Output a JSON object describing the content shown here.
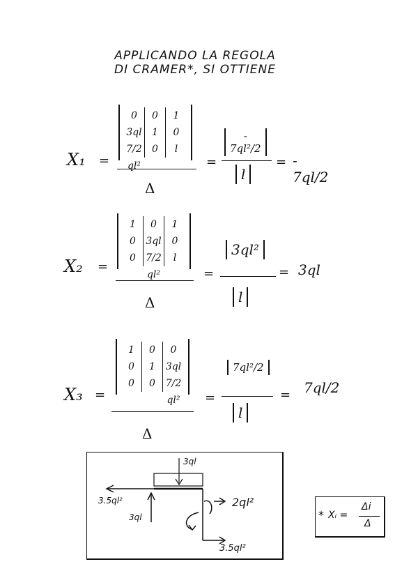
{
  "title": {
    "line1": "APPLICANDO LA REGOLA",
    "line2": "DI CRAMER*, SI OTTIENE"
  },
  "equations": [
    {
      "label": "X₁",
      "matrix": [
        [
          "0",
          "0",
          "1"
        ],
        [
          "3ql",
          "1",
          "0"
        ],
        [
          "7/2 ql²",
          "0",
          "l"
        ]
      ],
      "denominator": "Δ",
      "mid_numerator": "- 7ql²/2",
      "mid_denominator": "l",
      "result": "- 7ql/2"
    },
    {
      "label": "X₂",
      "matrix": [
        [
          "1",
          "0",
          "1"
        ],
        [
          "0",
          "3ql",
          "0"
        ],
        [
          "0",
          "7/2 ql²",
          "l"
        ]
      ],
      "denominator": "Δ",
      "mid_numerator": "3ql²",
      "mid_denominator": "l",
      "result": "3ql"
    },
    {
      "label": "X₃",
      "matrix": [
        [
          "1",
          "0",
          "0"
        ],
        [
          "0",
          "1",
          "3ql"
        ],
        [
          "0",
          "0",
          "7/2 ql²"
        ]
      ],
      "denominator": "Δ",
      "mid_numerator": "7ql²/2",
      "mid_denominator": "l",
      "result": "7ql/2"
    }
  ],
  "equals": "=",
  "diagram": {
    "top_load": "3ql",
    "left_moment": "3.5ql²",
    "left_vertical": "3ql",
    "right_moment": "2ql²",
    "bottom_moment": "3.5ql²"
  },
  "footnote": {
    "star": "*",
    "text": "Xᵢ =",
    "num": "Δi",
    "den": "Δ"
  }
}
